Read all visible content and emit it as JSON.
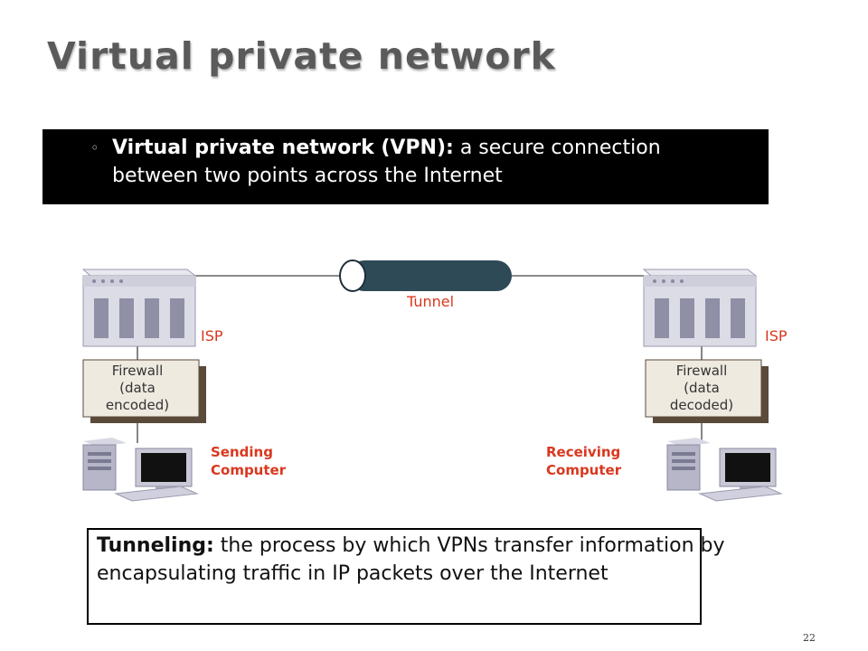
{
  "slide": {
    "title": "Virtual private network",
    "page_number": "22"
  },
  "definition_box": {
    "bullet": "◦",
    "term": "Virtual private network (VPN):",
    "text": " a secure connection between two points across the Internet"
  },
  "diagram": {
    "tunnel_label": "Tunnel",
    "left": {
      "isp_label": "ISP",
      "firewall_lines": [
        "Firewall",
        "(data",
        "encoded)"
      ],
      "computer_lines": [
        "Sending",
        "Computer"
      ]
    },
    "right": {
      "isp_label": "ISP",
      "firewall_lines": [
        "Firewall",
        "(data",
        "decoded)"
      ],
      "computer_lines": [
        "Receiving",
        "Computer"
      ]
    },
    "colors": {
      "tunnel": "#2f4a57",
      "label_red": "#d9381e",
      "firewall_shadow": "#5a4a3a"
    }
  },
  "tunneling_box": {
    "term": "Tunneling:",
    "text": " the process by which VPNs transfer information by encapsulating traffic in IP packets over the Internet"
  }
}
